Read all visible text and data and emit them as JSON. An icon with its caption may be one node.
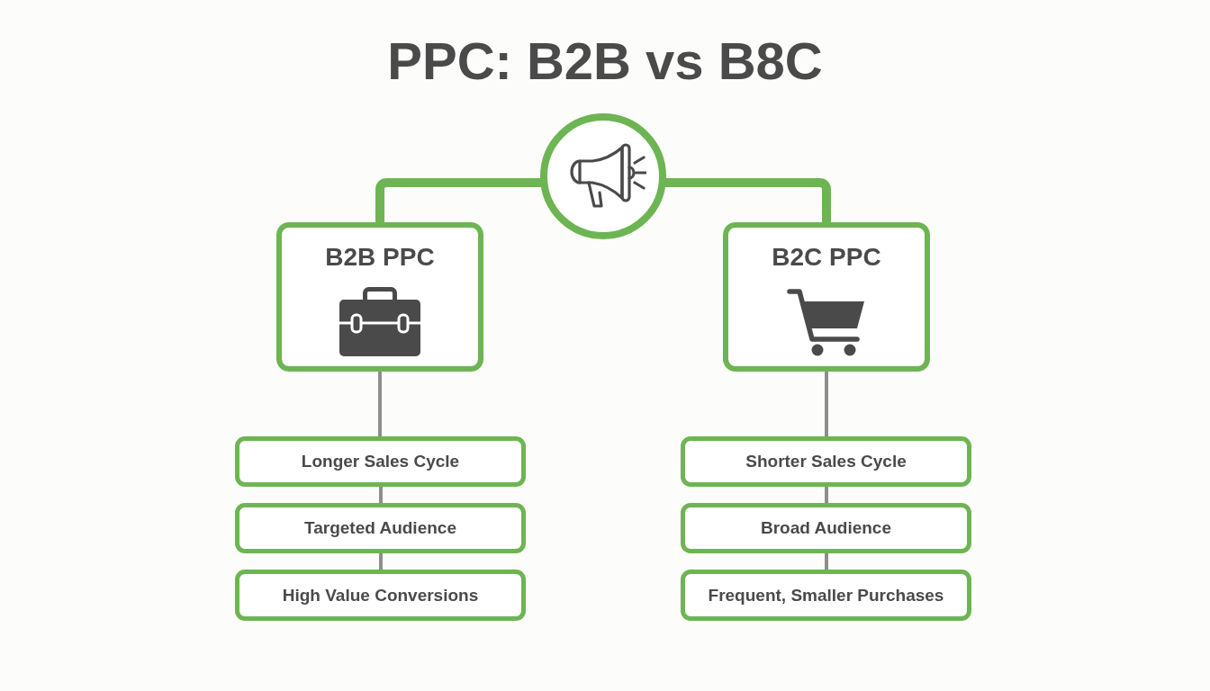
{
  "diagram": {
    "title": "PPC: B2B vs B8C",
    "nodes": [
      {
        "text": [],
        "shape": "circle"
      },
      {
        "text": [
          "B2B PPC"
        ]
      },
      {
        "text": [
          "B2C PPC"
        ]
      },
      {
        "text": [
          "Longer Sales Cycle"
        ]
      },
      {
        "text": [
          "Targeted Audience"
        ]
      },
      {
        "text": [
          "High Value Conversions"
        ]
      },
      {
        "text": [
          "Shorter Sales Cycle"
        ]
      },
      {
        "text": [
          "Broad Audience"
        ]
      },
      {
        "text": [
          "Frequent, Smaller Purchases"
        ]
      }
    ],
    "edges": [
      {
        "from": 0,
        "to": 1,
        "arrow": "none",
        "style": "thick",
        "color": "#6db552"
      },
      {
        "from": 0,
        "to": 2,
        "arrow": "none",
        "style": "thick",
        "color": "#6db552"
      },
      {
        "from": 1,
        "to": 3,
        "arrow": "none"
      },
      {
        "from": 3,
        "to": 4,
        "arrow": "none"
      },
      {
        "from": 4,
        "to": 5,
        "arrow": "none"
      },
      {
        "from": 2,
        "to": 6,
        "arrow": "none"
      },
      {
        "from": 6,
        "to": 7,
        "arrow": "none"
      },
      {
        "from": 7,
        "to": 8,
        "arrow": "none"
      }
    ]
  }
}
